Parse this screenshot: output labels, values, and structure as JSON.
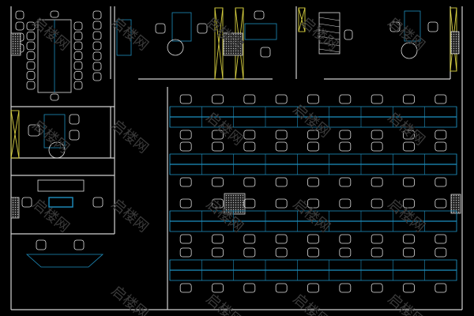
{
  "watermark": {
    "text": "启楼网"
  },
  "colors": {
    "background": "#000000",
    "wall": "#d0d0d0",
    "furniture": "#e0e0e0",
    "desk_line": "#1e8fbf",
    "window_frame": "#d8d040",
    "pillar": "#d0d0d0",
    "watermark": "#3a3a3a"
  },
  "layout": {
    "workstation_rows": 4,
    "workstation_columns": 9,
    "meeting_room_chairs_per_side": 7
  }
}
